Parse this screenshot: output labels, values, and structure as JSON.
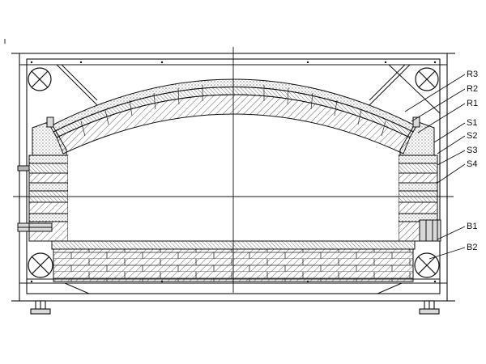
{
  "diagram": {
    "title": "",
    "callouts": [
      {
        "id": "R3",
        "text": "R3"
      },
      {
        "id": "R2",
        "text": "R2"
      },
      {
        "id": "R1",
        "text": "R1"
      },
      {
        "id": "S1",
        "text": "S1"
      },
      {
        "id": "S2",
        "text": "S2"
      },
      {
        "id": "S3",
        "text": "S3"
      },
      {
        "id": "S4",
        "text": "S4"
      },
      {
        "id": "B1",
        "text": "B1"
      },
      {
        "id": "B2",
        "text": "B2"
      }
    ],
    "colors": {
      "line": "#111111",
      "fill_light": "#f2f2f2",
      "fill_mid": "#d9d9d9",
      "fill_dark": "#b5b5b5"
    }
  }
}
